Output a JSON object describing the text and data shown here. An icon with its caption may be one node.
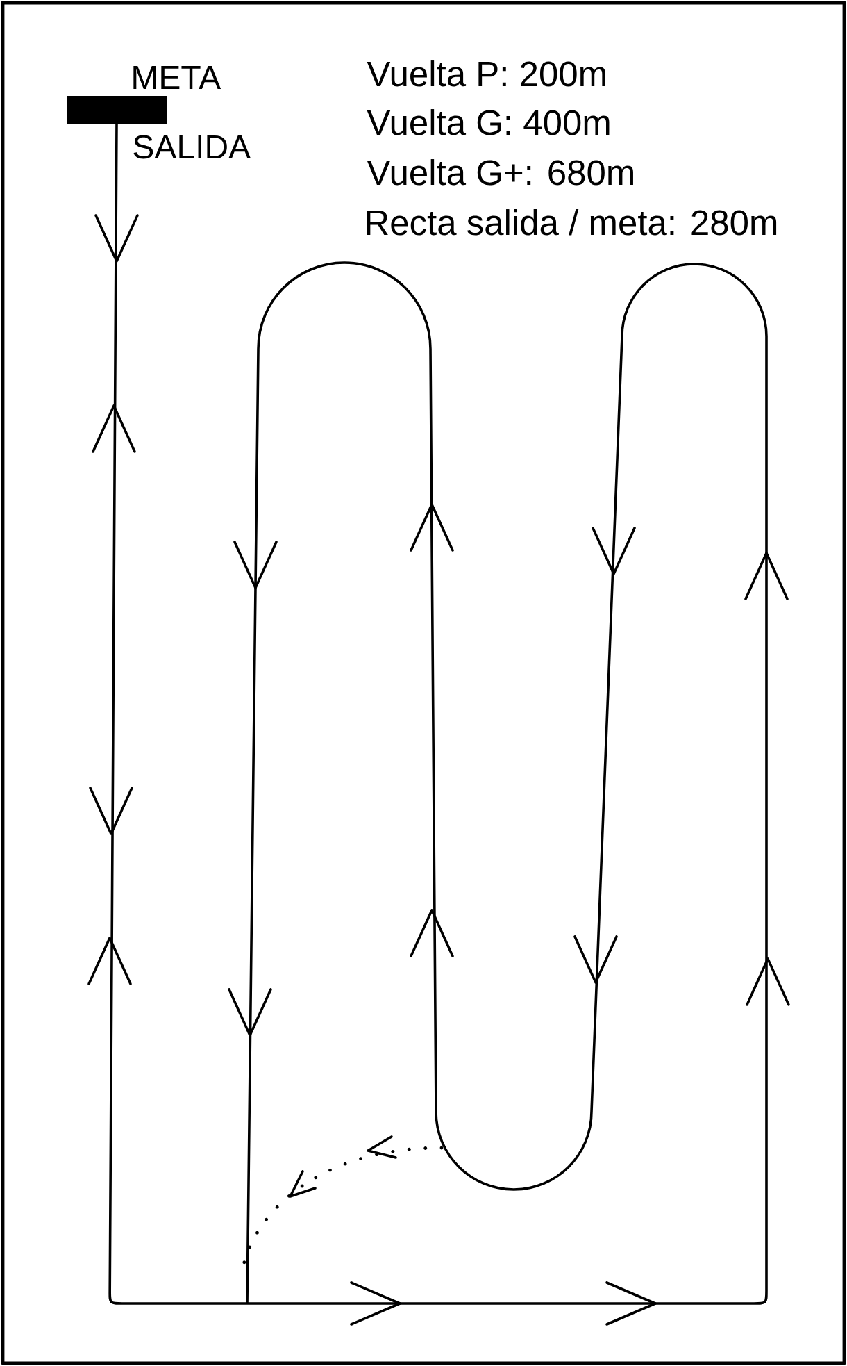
{
  "diagram": {
    "labels": [
      "META",
      "SALIDA",
      "Vuelta P: 200m",
      "Vuelta G: 400m",
      "Vuelta G+: 680m",
      "Recta salida / meta: 280m"
    ]
  }
}
